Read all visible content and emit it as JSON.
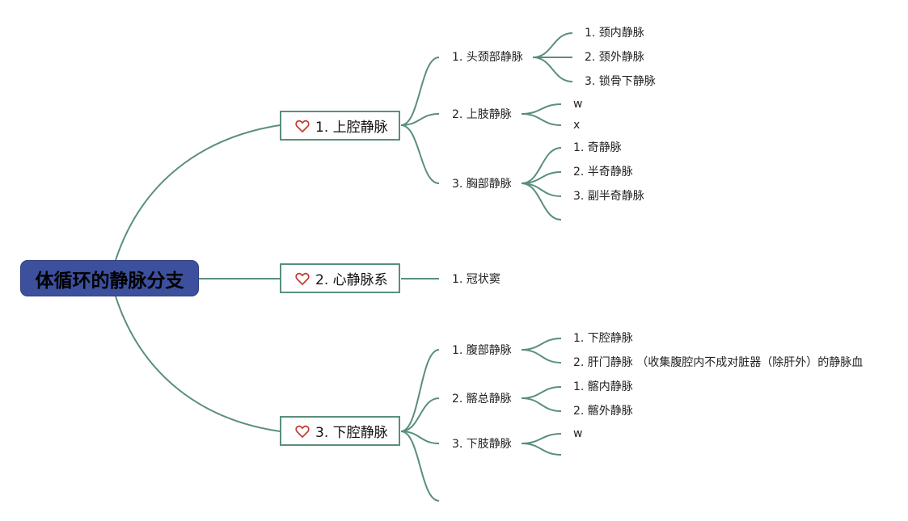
{
  "root": {
    "label": "体循环的静脉分支"
  },
  "branches": [
    {
      "label": "1. 上腔静脉",
      "children": [
        {
          "label": "1. 头颈部静脉",
          "children": [
            "1. 颈内静脉",
            "2. 颈外静脉",
            "3. 锁骨下静脉"
          ]
        },
        {
          "label": "2. 上肢静脉",
          "children": [
            "w",
            "x"
          ]
        },
        {
          "label": "3. 胸部静脉",
          "children": [
            "1. 奇静脉",
            "2. 半奇静脉",
            "3. 副半奇静脉",
            ""
          ]
        }
      ]
    },
    {
      "label": "2. 心静脉系",
      "children": [
        {
          "label": "1. 冠状窦",
          "children": []
        }
      ]
    },
    {
      "label": "3. 下腔静脉",
      "children": [
        {
          "label": "1. 腹部静脉",
          "children": [
            "1. 下腔静脉",
            "2. 肝门静脉 （收集腹腔内不成对脏器（除肝外）的静脉血"
          ]
        },
        {
          "label": "2. 髂总静脉",
          "children": [
            "1. 髂内静脉",
            "2. 髂外静脉"
          ]
        },
        {
          "label": "3. 下肢静脉",
          "children": [
            "w",
            ""
          ]
        },
        {
          "label": "",
          "children": []
        }
      ]
    }
  ],
  "colors": {
    "edge": "#5a8f7a",
    "root_fill": "#3c509e",
    "heart": "#c0392b"
  },
  "icons": {
    "branch_marker": "heart-outline-icon"
  }
}
